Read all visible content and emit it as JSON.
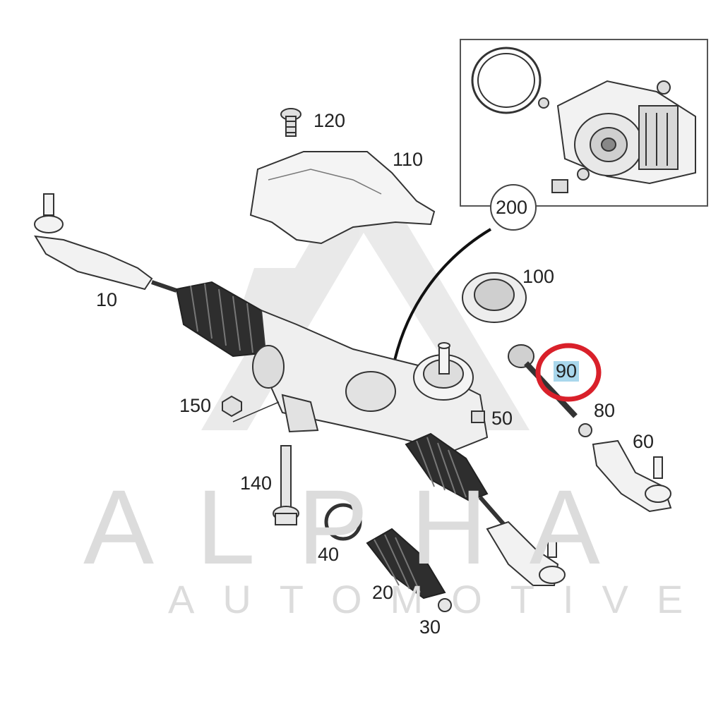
{
  "watermark": {
    "brand": "ALPHA",
    "sub": "AUTOMOTIVE"
  },
  "callouts": [
    {
      "id": "10",
      "label": "10"
    },
    {
      "id": "20",
      "label": "20"
    },
    {
      "id": "30",
      "label": "30"
    },
    {
      "id": "40",
      "label": "40"
    },
    {
      "id": "50",
      "label": "50"
    },
    {
      "id": "60",
      "label": "60"
    },
    {
      "id": "80",
      "label": "80"
    },
    {
      "id": "90",
      "label": "90"
    },
    {
      "id": "100",
      "label": "100"
    },
    {
      "id": "110",
      "label": "110"
    },
    {
      "id": "120",
      "label": "120"
    },
    {
      "id": "140",
      "label": "140"
    },
    {
      "id": "150",
      "label": "150"
    },
    {
      "id": "200",
      "label": "200"
    }
  ],
  "highlight": {
    "target": "90",
    "ring_color": "#d9202a",
    "fill_color": "#a9d7ec"
  }
}
